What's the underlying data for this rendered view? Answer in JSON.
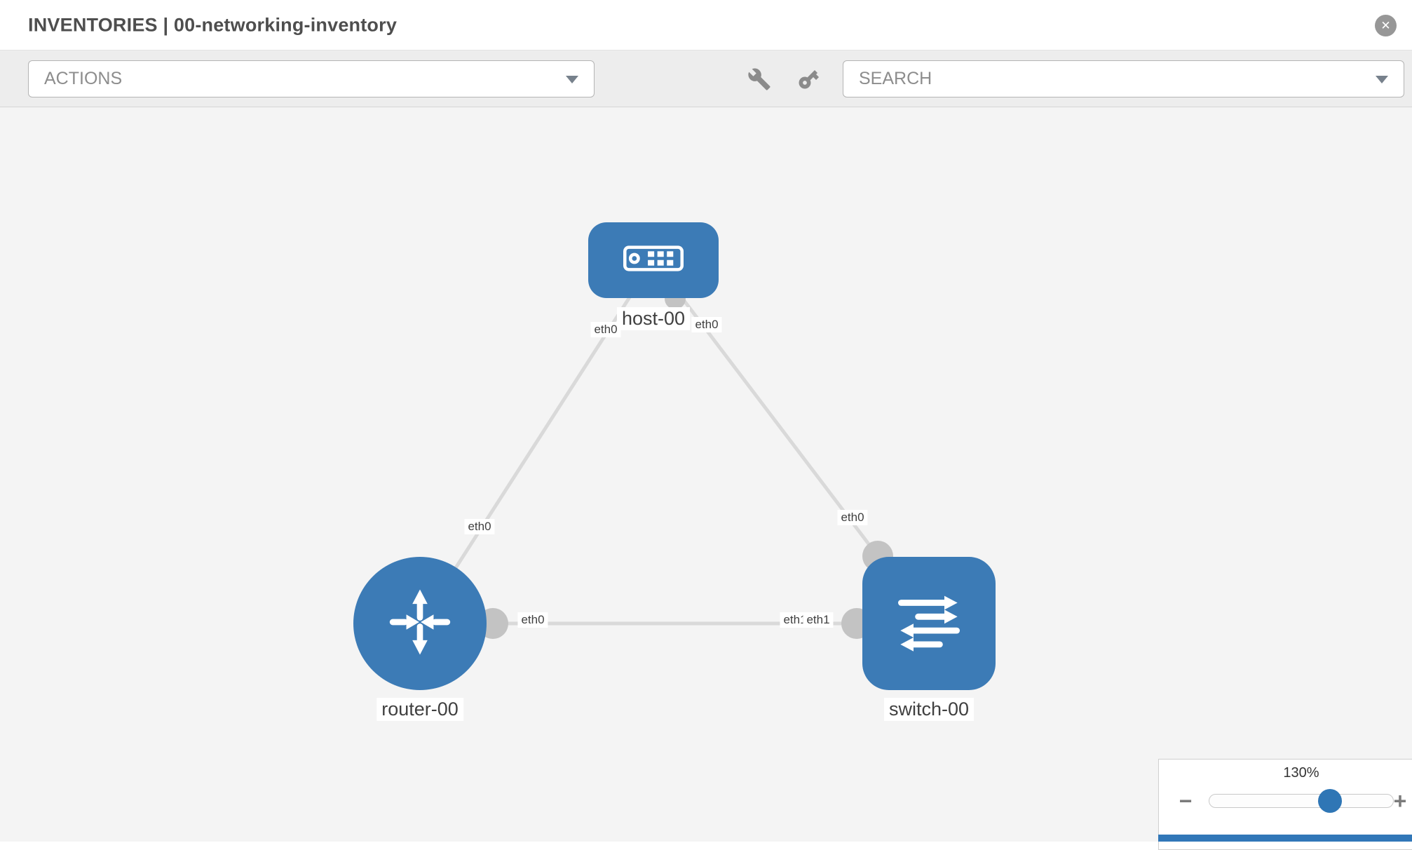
{
  "header": {
    "title": "INVENTORIES | 00-networking-inventory",
    "close_glyph": "✕"
  },
  "toolbar": {
    "actions_label": "ACTIONS",
    "search_label": "SEARCH",
    "icons": [
      "wrench-icon",
      "key-icon"
    ]
  },
  "topology": {
    "nodes": [
      {
        "id": "host-00",
        "type": "host",
        "label": "host-00"
      },
      {
        "id": "router-00",
        "type": "router",
        "label": "router-00"
      },
      {
        "id": "switch-00",
        "type": "switch",
        "label": "switch-00"
      }
    ],
    "links": [
      {
        "from": "host-00",
        "to": "router-00",
        "from_iface": "eth0",
        "to_iface": "eth0"
      },
      {
        "from": "host-00",
        "to": "switch-00",
        "from_iface": "eth0",
        "to_iface": "eth0"
      },
      {
        "from": "router-00",
        "to": "switch-00",
        "from_iface": "eth0",
        "to_iface": "eth1"
      }
    ]
  },
  "zoom": {
    "level": "130%",
    "minus_glyph": "−",
    "plus_glyph": "+"
  },
  "colors": {
    "node_blue": "#3c7bb6",
    "link_gray": "#d9d9d9",
    "interface_dot_gray": "#c3c3c3",
    "canvas_bg": "#f4f4f4",
    "toolbar_bg": "#ededed",
    "zoom_handle_blue": "#2f76b5",
    "bottom_bar_blue": "#3177b8"
  }
}
